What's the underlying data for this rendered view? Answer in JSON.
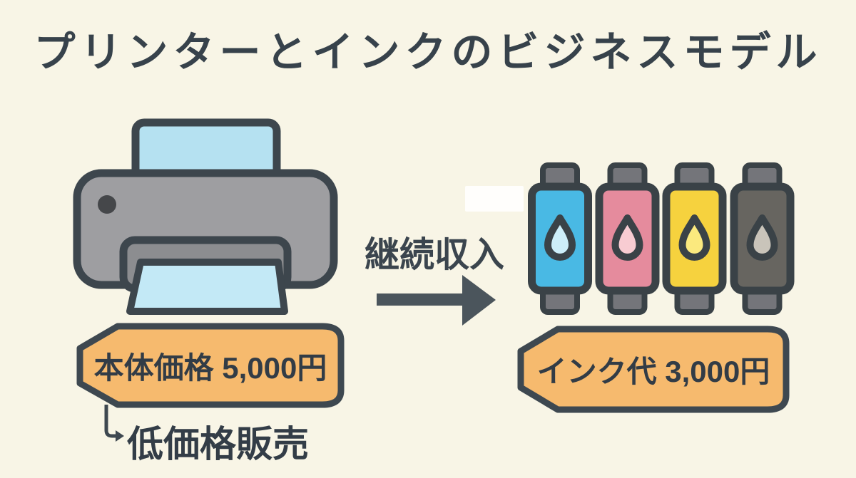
{
  "title": {
    "text": "プリンターとインクのビジネスモデル"
  },
  "printer_section": {
    "price_tag_label": "本体価格 5,000円",
    "note_label": "低価格販売"
  },
  "flow": {
    "label": "継続収入"
  },
  "ink_section": {
    "price_tag_label": "インク代 3,000円",
    "cartridges": [
      {
        "name": "cyan",
        "body": "#49b9e4",
        "drop": "#cdeef9"
      },
      {
        "name": "magenta",
        "body": "#e58b9d",
        "drop": "#f8ccd2"
      },
      {
        "name": "yellow",
        "body": "#f6d23e",
        "drop": "#fbe97e"
      },
      {
        "name": "black",
        "body": "#676560",
        "drop": "#c9c4ba"
      }
    ]
  },
  "colors": {
    "background": "#f8f5e6",
    "outline": "#3d464d",
    "text": "#343e48",
    "tag_fill": "#f6ba6e",
    "printer_body": "#9e9ea1",
    "printer_slot": "#8c8d90",
    "paper_top": "#b5e1f1",
    "paper_out": "#c3e9f6",
    "arrow": "#4b555c",
    "cap": "#74757a",
    "indicator_dot": "#45474a"
  }
}
